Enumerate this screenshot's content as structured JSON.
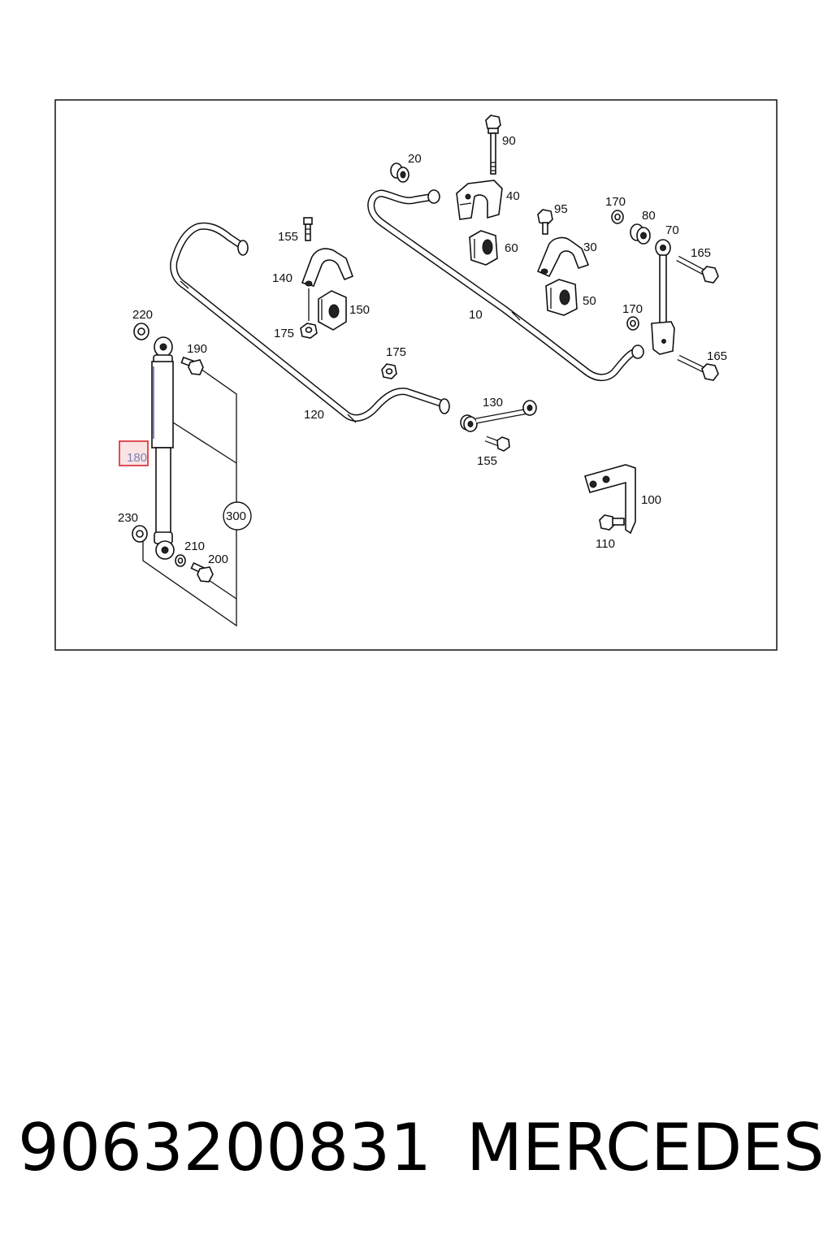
{
  "diagram": {
    "callouts": {
      "c10": "10",
      "c20": "20",
      "c30": "30",
      "c40": "40",
      "c50": "50",
      "c60": "60",
      "c70": "70",
      "c80": "80",
      "c90": "90",
      "c95": "95",
      "c100": "100",
      "c110": "110",
      "c120": "120",
      "c130": "130",
      "c140": "140",
      "c150": "150",
      "c155a": "155",
      "c155b": "155",
      "c165a": "165",
      "c165b": "165",
      "c170a": "170",
      "c170b": "170",
      "c175a": "175",
      "c175b": "175",
      "c180": "180",
      "c190": "190",
      "c200": "200",
      "c210": "210",
      "c220": "220",
      "c230": "230",
      "c300": "300"
    },
    "highlight_color": "#d9262c",
    "highlight_fill": "#fbe3e4"
  },
  "footer": {
    "part_number": "9063200831",
    "brand": "MERCEDES"
  }
}
